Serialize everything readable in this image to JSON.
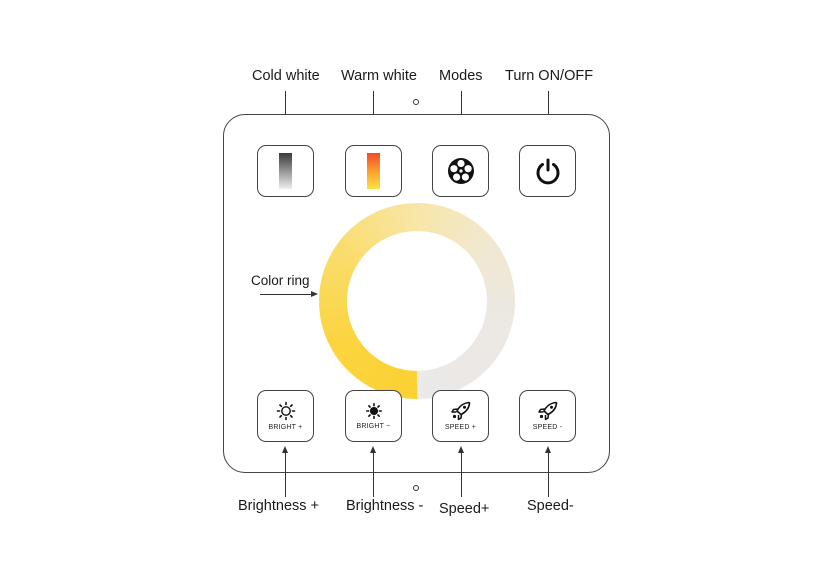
{
  "diagram": {
    "title_labels": {
      "cold_white": "Cold white",
      "warm_white": "Warm white",
      "modes": "Modes",
      "turn_on_off": "Turn ON/OFF"
    },
    "side_label": {
      "color_ring": "Color ring"
    },
    "bottom_labels": {
      "brightness_plus": "Brightness +",
      "brightness_minus": "Brightness -",
      "speed_plus": "Speed+",
      "speed_minus": "Speed-"
    },
    "top_buttons": [
      {
        "name": "cold-white",
        "icon": "cold-white-gradient-bar"
      },
      {
        "name": "warm-white",
        "icon": "warm-white-gradient-bar"
      },
      {
        "name": "modes",
        "icon": "film-reel-icon"
      },
      {
        "name": "power",
        "icon": "power-icon"
      }
    ],
    "bottom_buttons": [
      {
        "name": "bright-plus",
        "icon": "sun-outline-icon",
        "caption": "BRIGHT +"
      },
      {
        "name": "bright-minus",
        "icon": "sun-filled-icon",
        "caption": "BRIGHT −"
      },
      {
        "name": "speed-plus",
        "icon": "rocket-icon",
        "caption": "SPEED +"
      },
      {
        "name": "speed-minus",
        "icon": "rocket-icon",
        "caption": "SPEED -"
      }
    ],
    "colors": {
      "ring_yellow": "#fbd233",
      "ring_pale": "#f8e6a8",
      "ring_white": "#ebe9e9",
      "outline": "#444444"
    }
  }
}
